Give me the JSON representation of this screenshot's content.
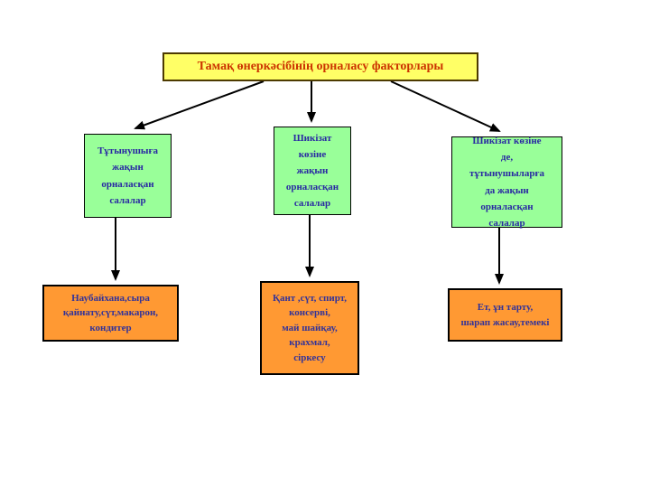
{
  "title": {
    "text": "Тамақ өнеркәсібінің  орналасу факторлары"
  },
  "factor_boxes": [
    {
      "id": "consumer",
      "text": "Тұтынушыға\nжақын\nорналасқан\nсалалар"
    },
    {
      "id": "raw-material",
      "text": "Шикізат\nкөзіне\nжақын\nорналасқан\nсалалар"
    },
    {
      "id": "both",
      "text": "Шикізат көзіне\nде,\nтұтынушыларға\nда жақын\nорналасқан\nсалалар"
    }
  ],
  "industry_boxes": [
    {
      "id": "consumer-industries",
      "text": "Наубайхана,сыра\nқайнату,сүт,макарон,\nкондитер"
    },
    {
      "id": "raw-material-industries",
      "text": "Қант ,сүт, спирт,\nконсерві,\nмай шайқау,\nкрахмал,\nсіркесу"
    },
    {
      "id": "both-industries",
      "text": "Ет, ұн тарту,\nшарап жасау,темекі"
    }
  ],
  "colors": {
    "slide_bg": "#ffffff",
    "title_bg": "#ffff66",
    "title_border": "#4d3a00",
    "title_text": "#cc3300",
    "factor_bg": "#99ff99",
    "factor_text": "#2929a3",
    "industry_bg": "#ff9933",
    "industry_text": "#333399",
    "box_border": "#000000",
    "arrow": "#000000"
  }
}
